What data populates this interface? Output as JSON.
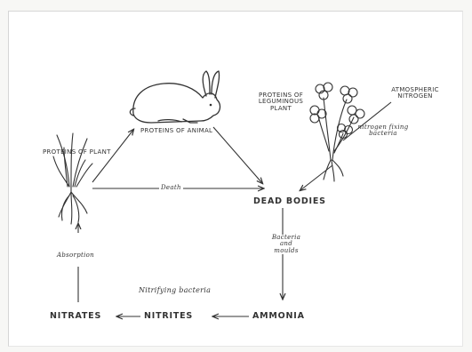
{
  "diagram": {
    "organisms": {
      "plant": "PROTEINS OF PLANT",
      "animal": "PROTEINS OF ANIMAL",
      "legume": "PROTEINS OF LEGUMINOUS PLANT"
    },
    "pools": {
      "atmospheric": "ATMOSPHERIC NITROGEN",
      "dead_bodies": "DEAD BODIES",
      "ammonia": "AMMONIA",
      "nitrites": "NITRITES",
      "nitrates": "NITRATES"
    },
    "processes": {
      "fixing": "nitrogen fixing bacteria",
      "death": "Death",
      "decay": "Bacteria and moulds",
      "absorption": "Absorption",
      "nitrifying": "Nitrifying bacteria"
    },
    "colors": {
      "ink": "#333333",
      "frame": "#d6d6d6"
    }
  }
}
